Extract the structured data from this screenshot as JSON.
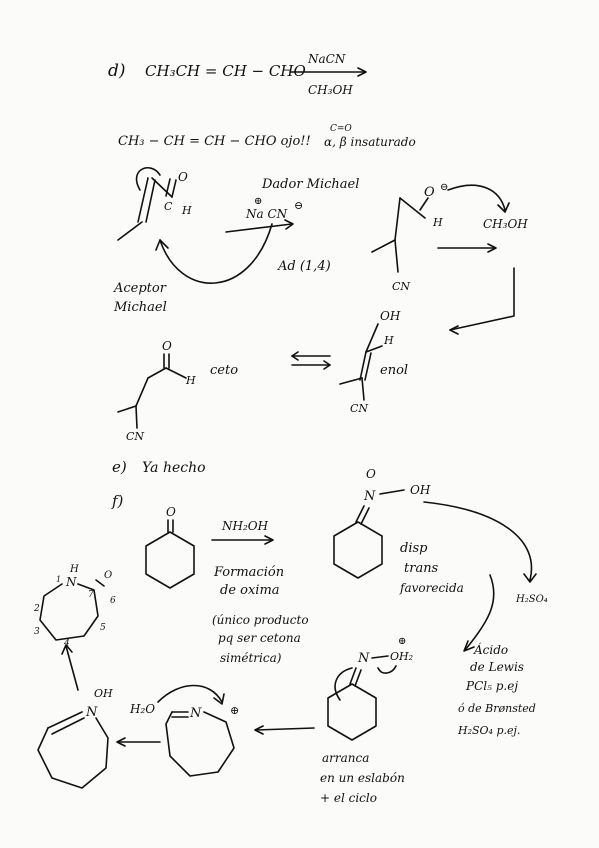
{
  "part_d": {
    "label": "d)",
    "reactant": "CH₃CH = CH − CHO",
    "reagent_top": "NaCN",
    "reagent_bottom": "CH₃OH",
    "note_line": "CH₃ − CH = CH − CHO ojo!!",
    "note_co": "C=O",
    "note_unsat": "α, β insaturado",
    "donor_label": "Dador Michael",
    "nacn": "Na CN",
    "plus_sign": "⊕",
    "minus_sign": "⊖",
    "addition": "Ad (1,4)",
    "acceptor_1": "Aceptor",
    "acceptor_2": "Michael",
    "enolate_o": "O",
    "enolate_h": "H",
    "enolate_cn": "CN",
    "solvent": "CH₃OH",
    "enol_oh": "OH",
    "enol_h": "H",
    "enol_label": "enol",
    "enol_cn": "CN",
    "keto_o": "O",
    "keto_h": "H",
    "keto_label": "ceto",
    "keto_cn": "CN",
    "c_label": "C",
    "c_o": "O",
    "c_h": "H"
  },
  "part_e": {
    "label": "e)",
    "text": "Ya hecho"
  },
  "part_f": {
    "label": "f)",
    "ketone_o": "O",
    "reagent": "NH₂OH",
    "formation_1": "Formación",
    "formation_2": "de oxima",
    "note_1": "(único producto",
    "note_2": "pq ser cetona",
    "note_3": "simétrica)",
    "oxime_n": "N",
    "oxime_oh": "OH",
    "oxime_o": "O",
    "disp_1": "disp",
    "disp_2": "trans",
    "disp_3": "favorecida",
    "h2so4": "H₂SO₄",
    "acid_1": "Ácido",
    "acid_2": "de Lewis",
    "acid_3": "PCl₅ p.ej",
    "acid_4": "ó de Brønsted",
    "acid_5": "H₂SO₄ p.ej.",
    "prot_n": "N",
    "prot_oh2": "OH₂",
    "migrate_1": "arranca",
    "migrate_2": "en un eslabón",
    "migrate_3": "+ el ciclo",
    "nitrilium_n": "N",
    "water": "H₂O",
    "imidic_n": "N",
    "imidic_oh": "OH",
    "lactam_h": "H",
    "lactam_n": "N",
    "lactam_o": "O",
    "num_1": "1",
    "num_2": "2",
    "num_3": "3",
    "num_4": "4",
    "num_5": "5",
    "num_6": "6",
    "num_7": "7"
  }
}
